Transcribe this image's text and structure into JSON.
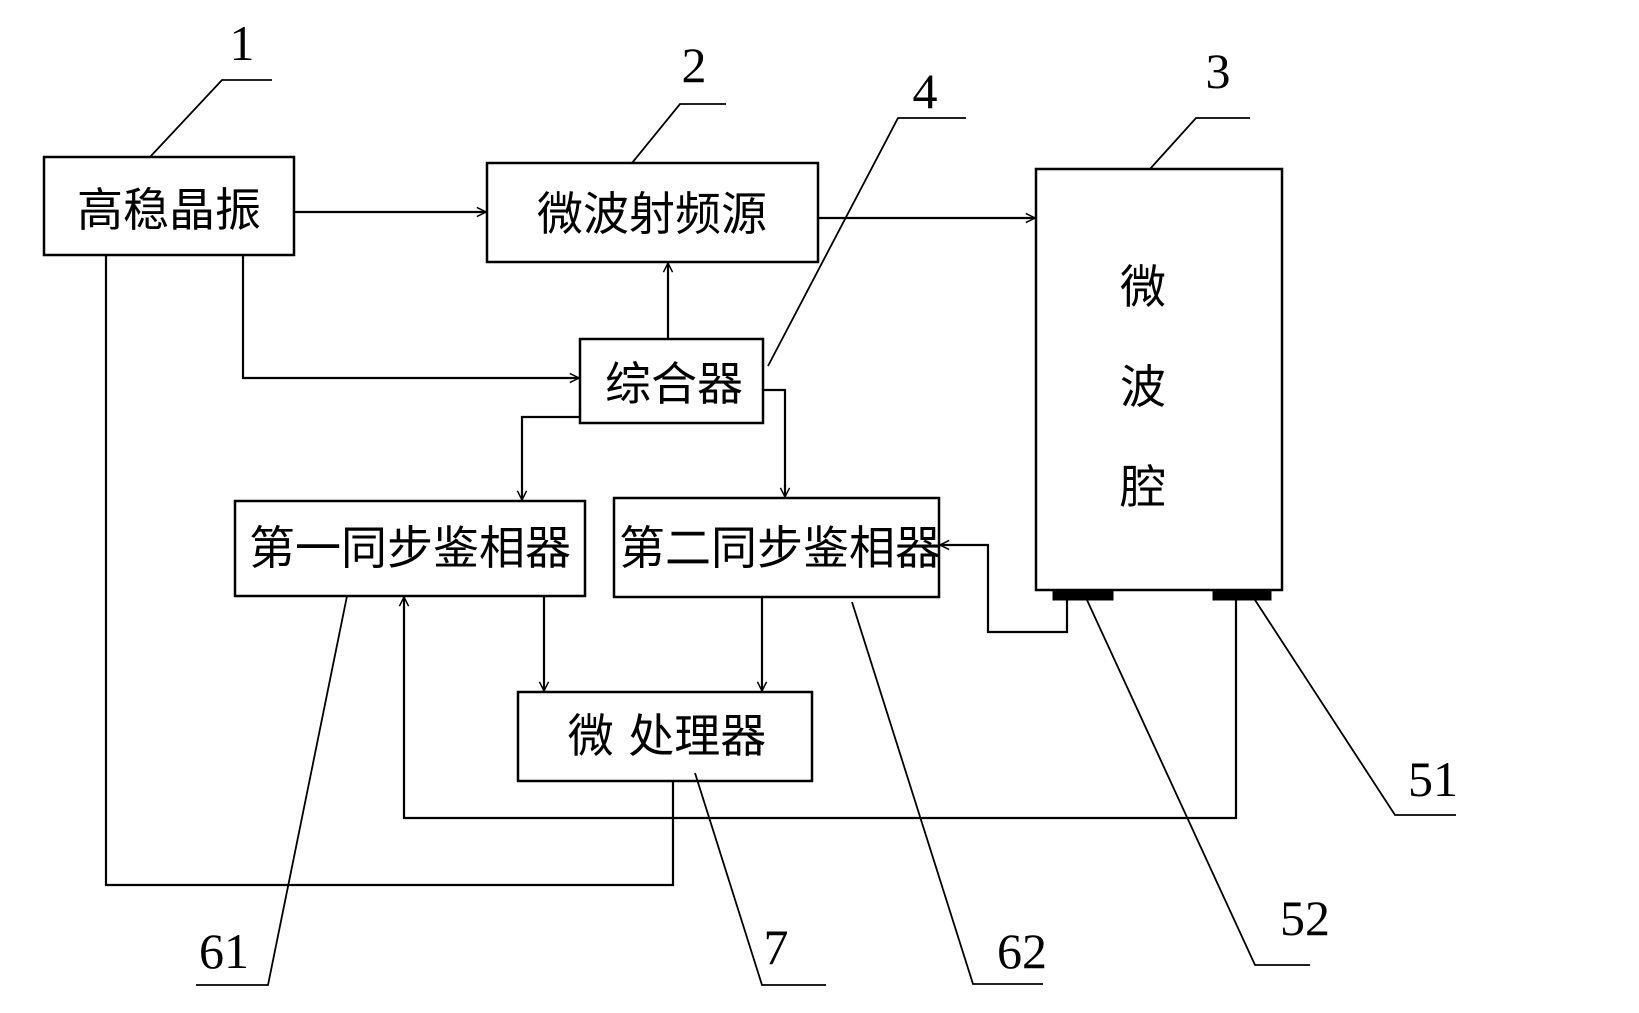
{
  "blocks": {
    "oscillator": {
      "label": "高稳晶振",
      "ref": "1"
    },
    "microwave_source": {
      "label": "微波射频源",
      "ref": "2"
    },
    "cavity": {
      "chars": [
        "微",
        "波",
        "腔"
      ],
      "ref": "3"
    },
    "synthesizer": {
      "label": "综合器",
      "ref": "4"
    },
    "sync_detector_1": {
      "label": "第一同步鉴相器",
      "ref": "61"
    },
    "sync_detector_2": {
      "label": "第二同步鉴相器",
      "ref": "62"
    },
    "microprocessor": {
      "label": "微 处理器",
      "ref": "7"
    }
  },
  "probes": {
    "probe_51": {
      "ref": "51"
    },
    "probe_52": {
      "ref": "52"
    }
  }
}
